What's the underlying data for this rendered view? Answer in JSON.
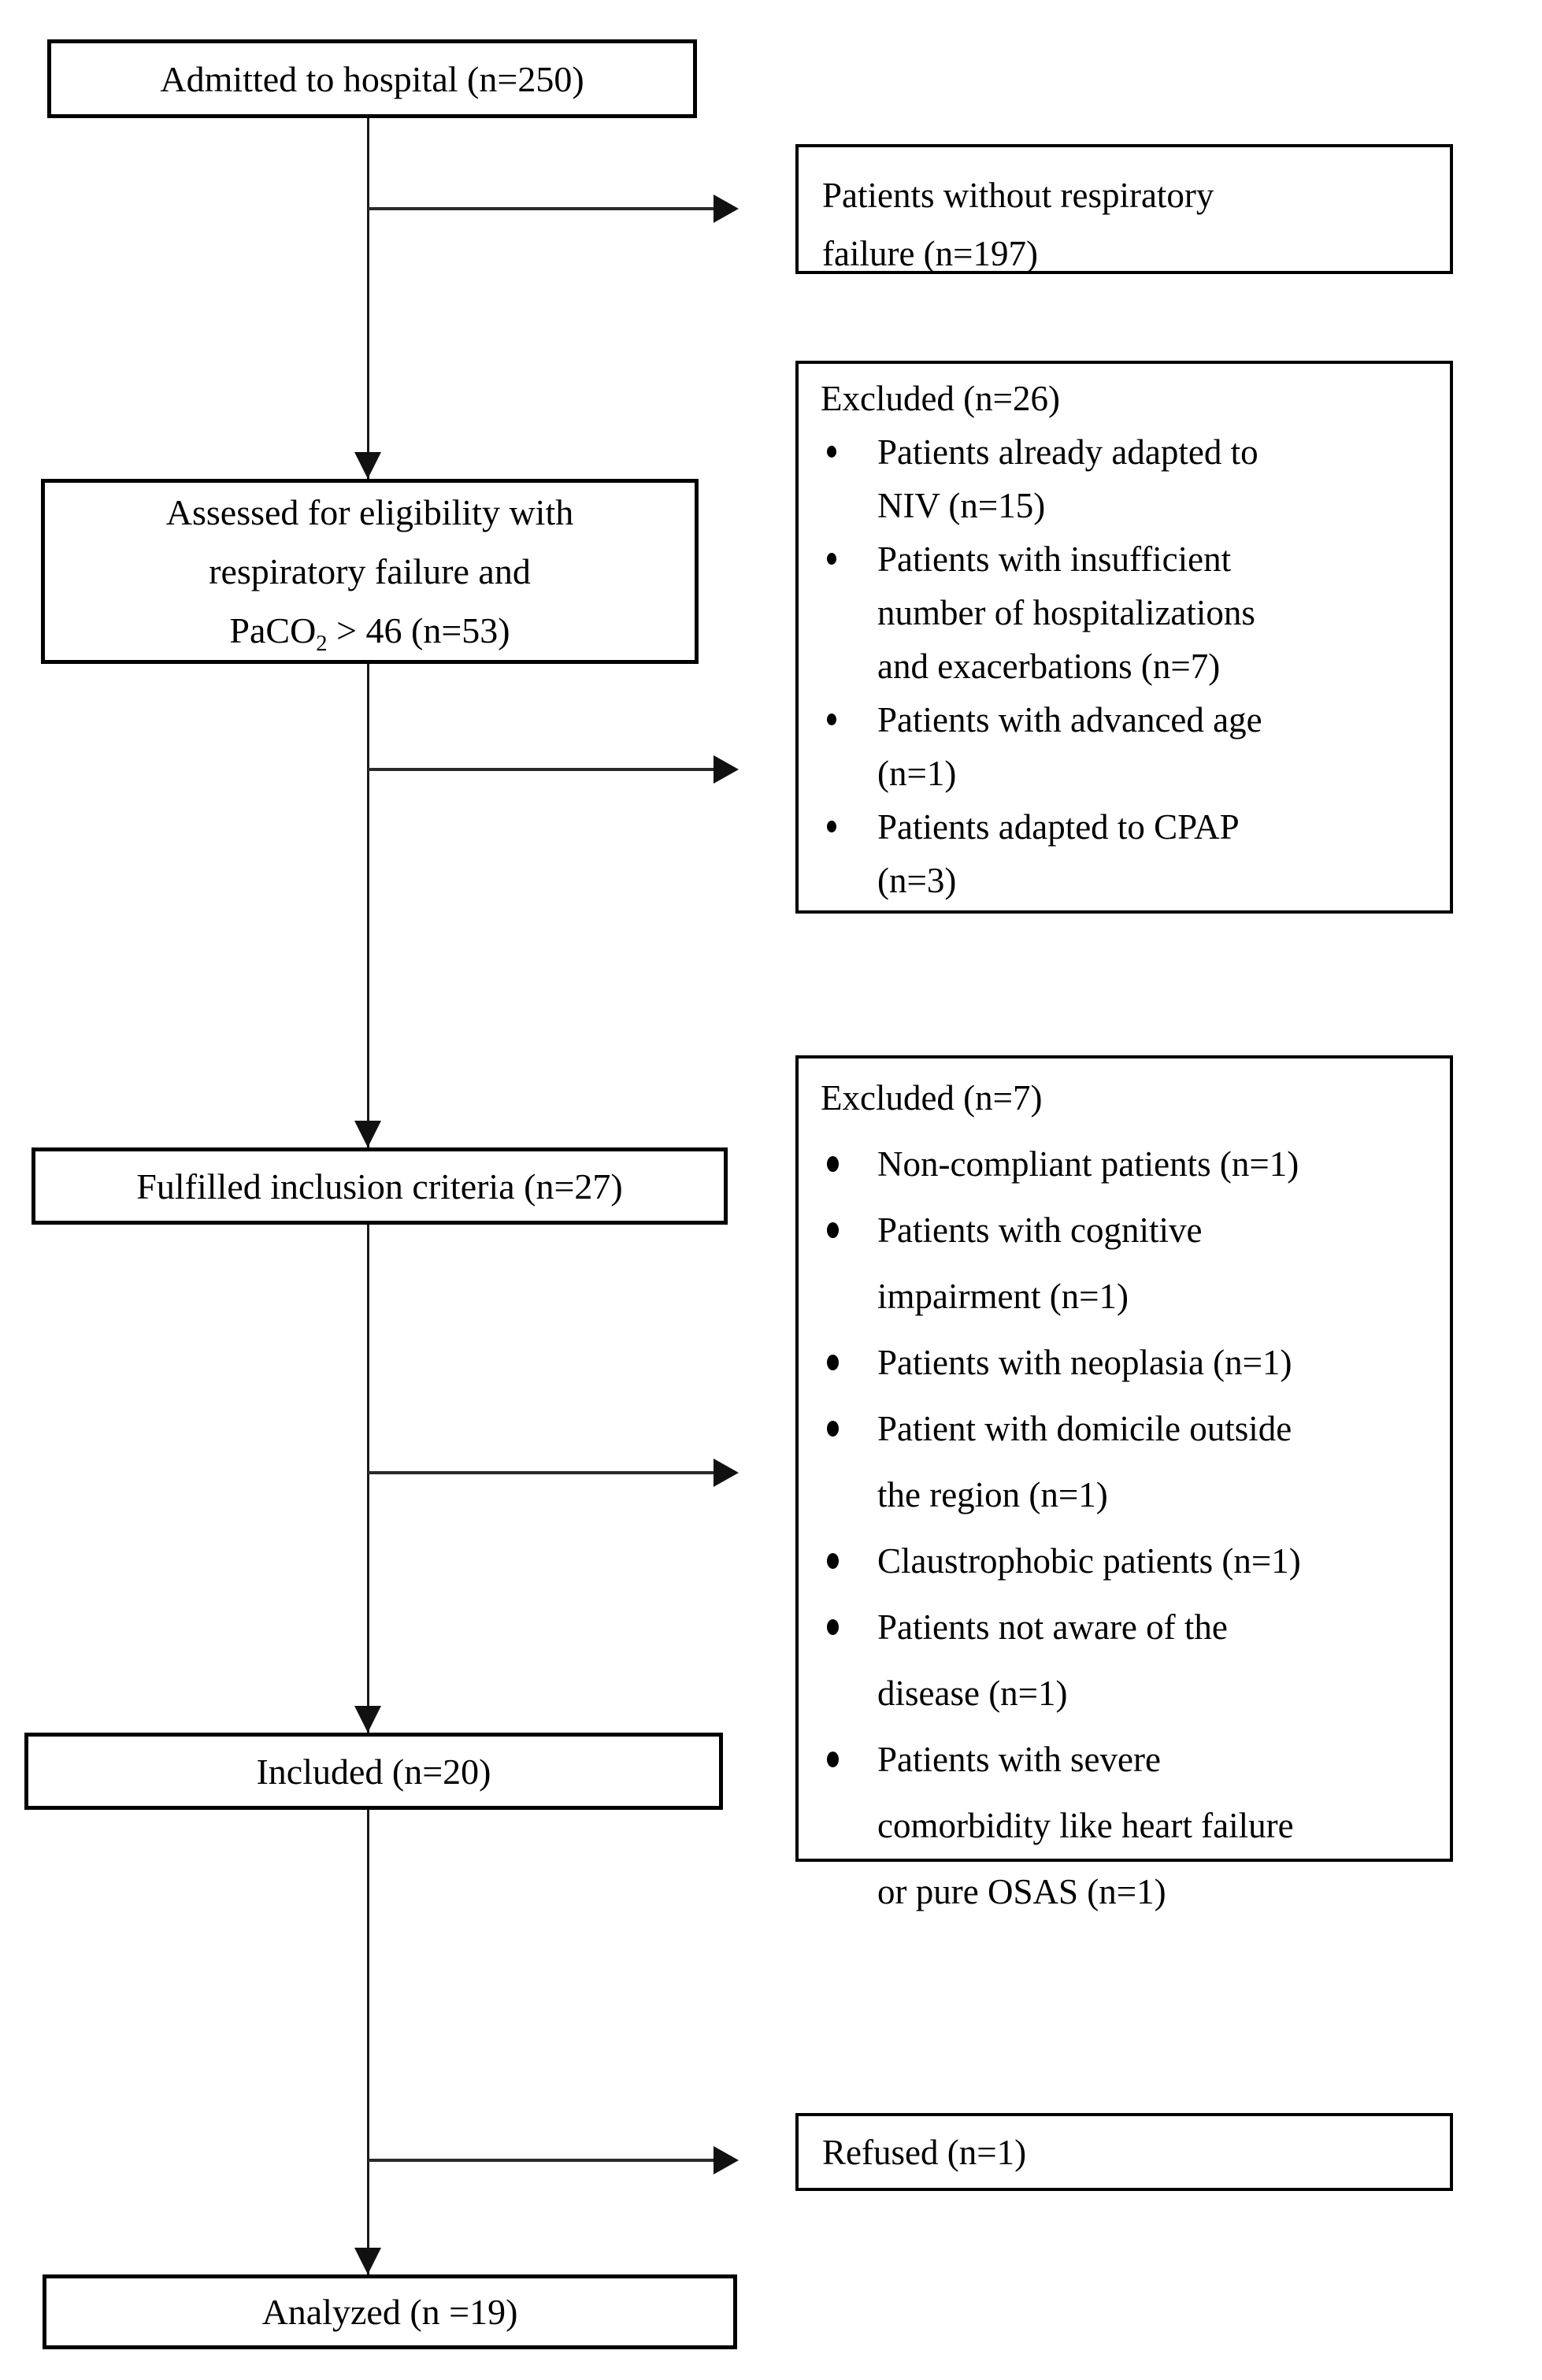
{
  "diagram": {
    "colors": {
      "background": "#ffffff",
      "border": "#000000",
      "line": "#1a1a1a",
      "text": "#000000"
    },
    "boxes": {
      "admitted": {
        "label": "Admitted to hospital (n=250)"
      },
      "no_resp_failure": {
        "lines": [
          "Patients without respiratory",
          "failure (n=197)"
        ]
      },
      "excluded26": {
        "title": "Excluded (n=26)",
        "items": [
          {
            "lines": [
              "Patients already adapted to",
              "NIV (n=15)"
            ]
          },
          {
            "lines": [
              "Patients with insufficient",
              "number of hospitalizations",
              "and exacerbations (n=7)"
            ]
          },
          {
            "lines": [
              "Patients with advanced age",
              "(n=1)"
            ]
          },
          {
            "lines": [
              "Patients adapted to CPAP",
              "(n=3)"
            ]
          }
        ]
      },
      "assessed": {
        "lines": [
          "Assessed for eligibility with",
          "respiratory failure and"
        ],
        "formula_pre": "PaCO",
        "formula_sub": "2",
        "formula_post": " > 46 (n=53)"
      },
      "fulfilled": {
        "label": "Fulfilled inclusion criteria (n=27)"
      },
      "excluded7": {
        "title": "Excluded (n=7)",
        "items": [
          {
            "lines": [
              "Non-compliant patients (n=1)"
            ]
          },
          {
            "lines": [
              "Patients with cognitive",
              "impairment  (n=1)"
            ]
          },
          {
            "lines": [
              "Patients with neoplasia (n=1)"
            ]
          },
          {
            "lines": [
              "Patient with domicile outside",
              "the region (n=1)"
            ]
          },
          {
            "lines": [
              "Claustrophobic patients (n=1)"
            ]
          },
          {
            "lines": [
              "Patients not aware of the",
              "disease (n=1)"
            ]
          },
          {
            "lines": [
              "Patients with severe",
              "comorbidity like heart failure",
              "or pure OSAS  (n=1)"
            ]
          }
        ]
      },
      "included": {
        "label": "Included (n=20)"
      },
      "refused": {
        "label": "Refused (n=1)"
      },
      "analyzed": {
        "label": "Analyzed (n =19)"
      }
    }
  }
}
